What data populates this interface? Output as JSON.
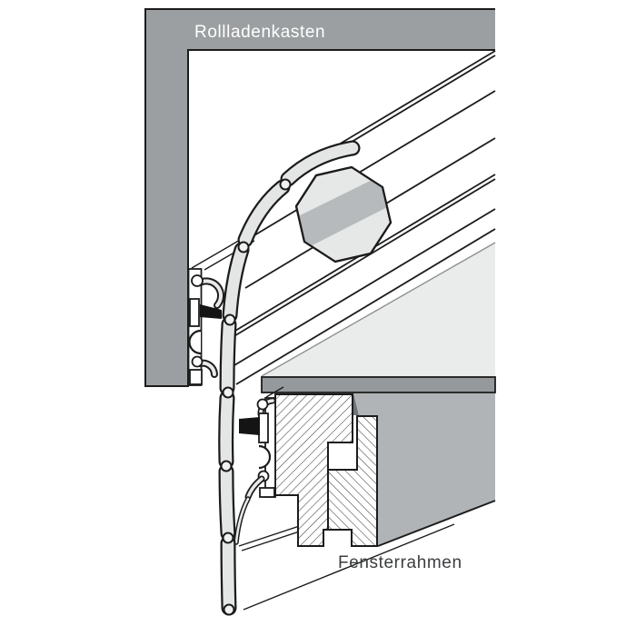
{
  "diagram": {
    "type": "technical-cross-section",
    "subject": "roller shutter box and window frame installation detail",
    "labels": {
      "box": "Rollladenkasten",
      "window_frame": "Fensterrahmen"
    }
  },
  "colors": {
    "bg": "#ffffff",
    "frame_gray": "#9b9fa1",
    "outline": "#1c1c1c",
    "slat_fill": "#e4e6e6",
    "octagon_fill": "#e6e8e8",
    "octagon_band": "#b6babc",
    "board_top": "#eaecec",
    "board_edge": "#95999b",
    "shadow_dark": "#717477",
    "face_gray": "#b1b4b6",
    "hatch_line": "#4a4c4e",
    "brush_black": "#141414",
    "pin_fill": "#f0f1f1",
    "thin_line": "#8d9193",
    "label_dark": "#3b3d3f",
    "label_light": "#ffffff"
  }
}
